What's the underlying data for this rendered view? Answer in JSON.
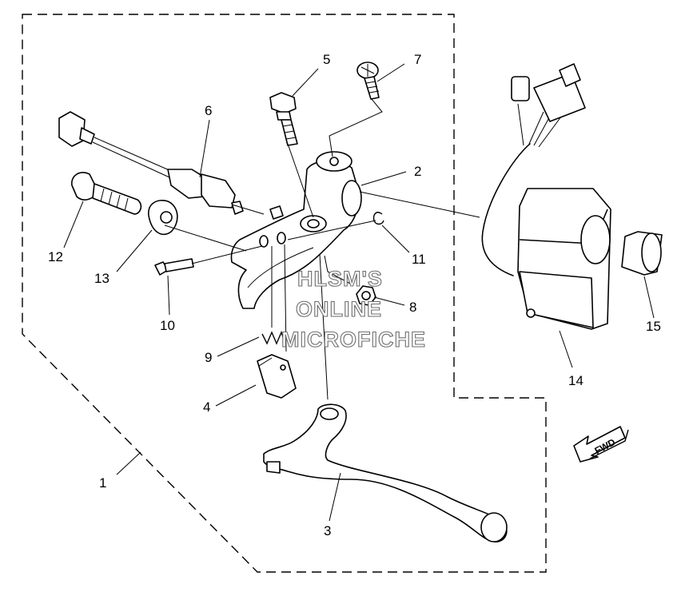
{
  "callouts": [
    {
      "id": "1",
      "label": "1"
    },
    {
      "id": "2",
      "label": "2"
    },
    {
      "id": "3",
      "label": "3"
    },
    {
      "id": "4",
      "label": "4"
    },
    {
      "id": "5",
      "label": "5"
    },
    {
      "id": "6",
      "label": "6"
    },
    {
      "id": "7",
      "label": "7"
    },
    {
      "id": "8",
      "label": "8"
    },
    {
      "id": "9",
      "label": "9"
    },
    {
      "id": "10",
      "label": "10"
    },
    {
      "id": "11",
      "label": "11"
    },
    {
      "id": "12",
      "label": "12"
    },
    {
      "id": "13",
      "label": "13"
    },
    {
      "id": "14",
      "label": "14"
    },
    {
      "id": "15",
      "label": "15"
    }
  ],
  "watermark": [
    "HLSM'S",
    "ONLINE",
    "MICROFICHE"
  ],
  "direction_badge": "FWD"
}
